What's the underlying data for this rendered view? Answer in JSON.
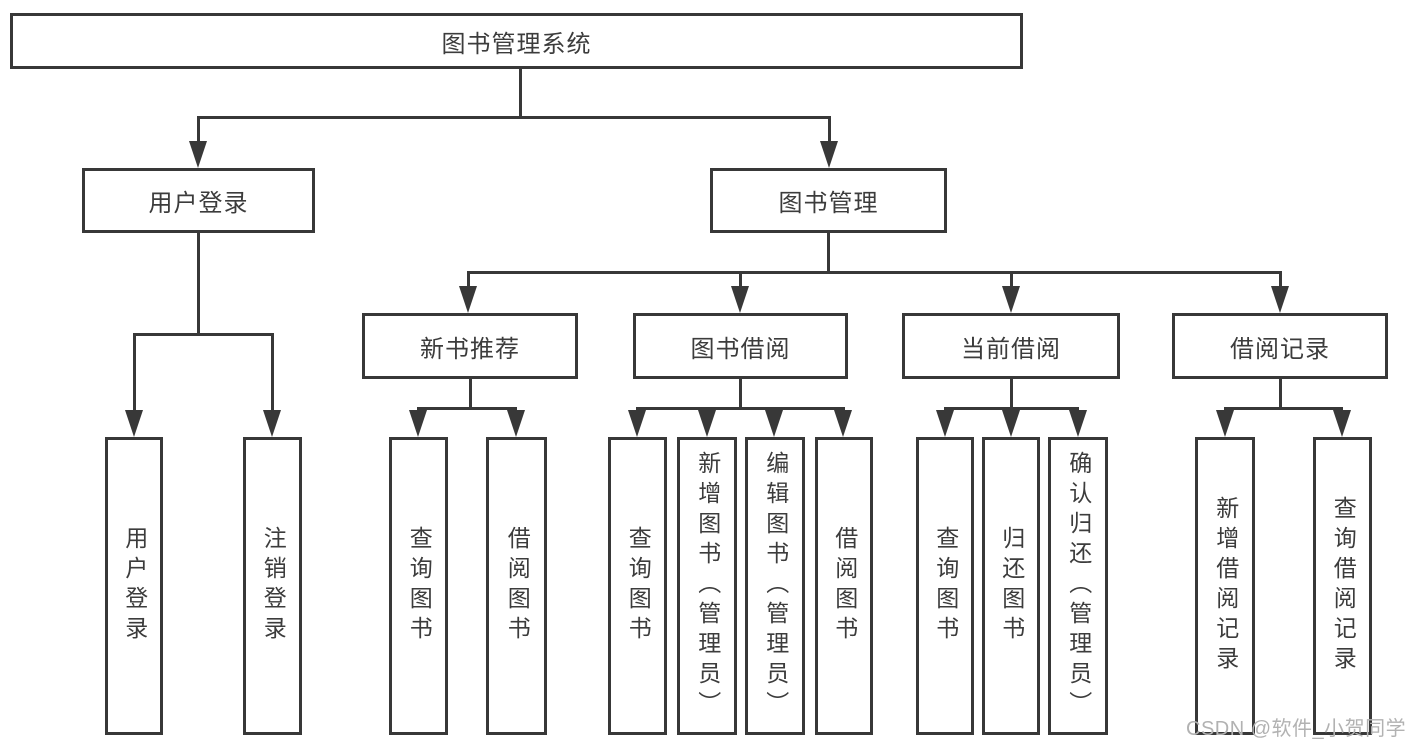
{
  "nodes": {
    "root": {
      "label": "图书管理系统"
    },
    "level1": [
      {
        "label": "用户登录"
      },
      {
        "label": "图书管理"
      }
    ],
    "level2": [
      {
        "label": "新书推荐"
      },
      {
        "label": "图书借阅"
      },
      {
        "label": "当前借阅"
      },
      {
        "label": "借阅记录"
      }
    ],
    "leaves": [
      {
        "label": "用户登录"
      },
      {
        "label": "注销登录"
      },
      {
        "label": "查询图书"
      },
      {
        "label": "借阅图书"
      },
      {
        "label": "查询图书"
      },
      {
        "label": "新增图书（管理员）"
      },
      {
        "label": "编辑图书（管理员）"
      },
      {
        "label": "借阅图书"
      },
      {
        "label": "查询图书"
      },
      {
        "label": "归还图书"
      },
      {
        "label": "确认归还（管理员）"
      },
      {
        "label": "新增借阅记录"
      },
      {
        "label": "查询借阅记录"
      }
    ]
  },
  "watermark": "CSDN @软件_小贺同学",
  "colors": {
    "line": "#383838",
    "text": "#3c3c3c",
    "background": "#ffffff",
    "watermark": "#b2b2b2"
  }
}
